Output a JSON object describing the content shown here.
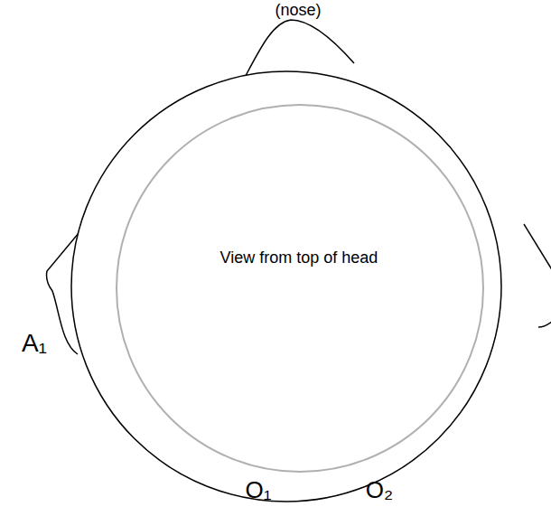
{
  "diagram": {
    "labels": [
      "(nose)",
      "View from top of head",
      "A₁",
      "O₁",
      "O₂"
    ]
  }
}
